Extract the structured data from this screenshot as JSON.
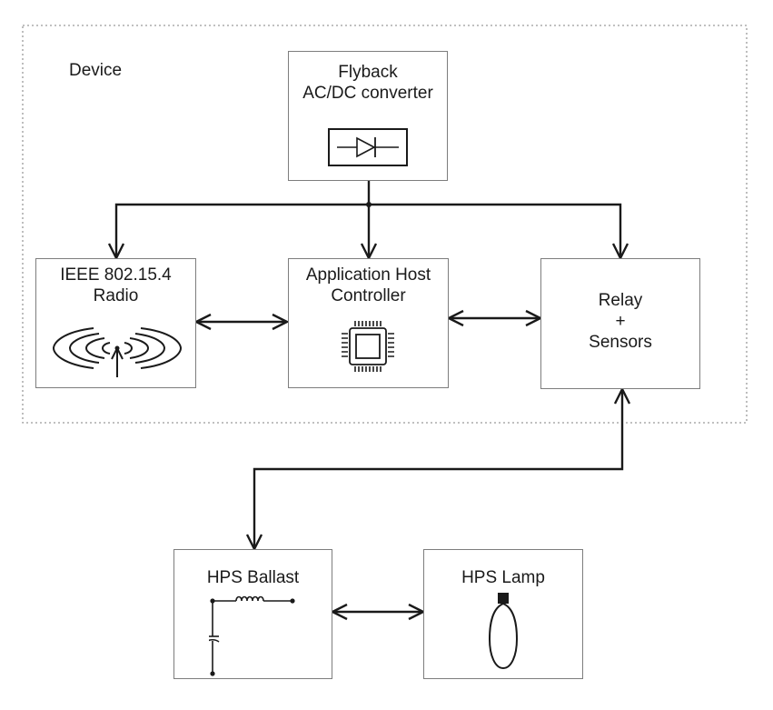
{
  "device_label": "Device",
  "blocks": {
    "flyback": {
      "line1": "Flyback",
      "line2": "AC/DC converter",
      "icon": "diode-icon"
    },
    "radio": {
      "line1": "IEEE 802.15.4",
      "line2": "Radio",
      "icon": "radio-waves-icon"
    },
    "controller": {
      "line1": "Application Host",
      "line2": "Controller",
      "icon": "microchip-icon"
    },
    "relay": {
      "line1": "Relay",
      "line2": "+",
      "line3": "Sensors"
    },
    "ballast": {
      "line1": "HPS Ballast",
      "icon": "lc-circuit-icon"
    },
    "lamp": {
      "line1": "HPS Lamp",
      "icon": "lamp-bulb-icon"
    }
  },
  "colors": {
    "line": "#1a1a1a",
    "box_border": "#7d7d7d",
    "dotted_border": "#9a9a9a"
  }
}
